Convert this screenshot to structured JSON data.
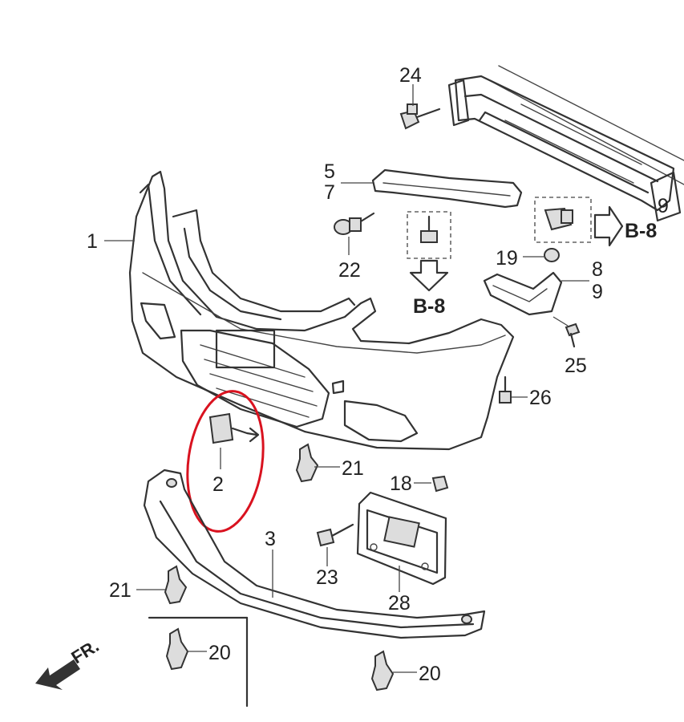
{
  "callouts": {
    "c1": "1",
    "c2": "2",
    "c3": "3",
    "c5": "5",
    "c7": "7",
    "c8": "8",
    "c9": "9",
    "c18": "18",
    "c19": "19",
    "c20a": "20",
    "c20b": "20",
    "c21a": "21",
    "c21b": "21",
    "c22": "22",
    "c23": "23",
    "c24": "24",
    "c25": "25",
    "c26": "26",
    "c28": "28"
  },
  "refs": {
    "b8_a": "B-8",
    "b8_b": "B-8",
    "b8_c": "9"
  },
  "direction": {
    "front": "FR."
  },
  "colors": {
    "line": "#333333",
    "highlight": "#d9121f",
    "background": "#ffffff"
  }
}
